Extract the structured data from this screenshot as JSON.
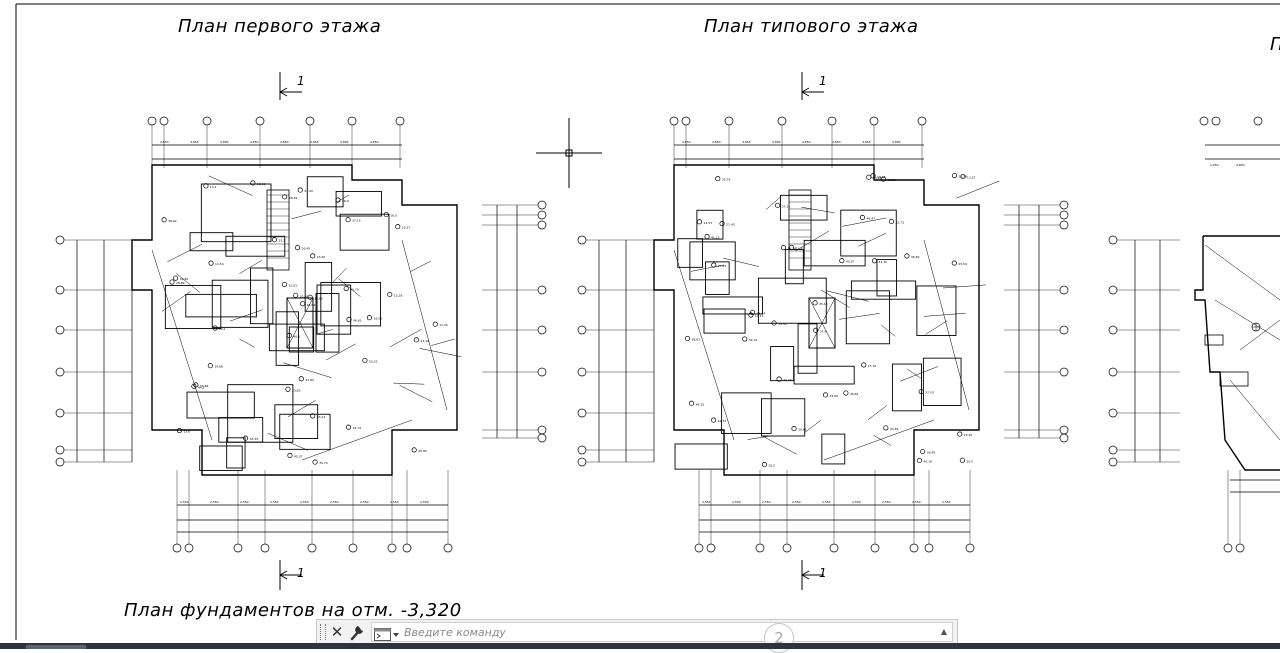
{
  "drawing": {
    "plan1_title": "План первого этажа",
    "plan2_title": "План типового этажа",
    "plan3_title_fragment": "П",
    "foundation_title": "План фундаментов на отм. -3,320",
    "section_mark": "1"
  },
  "command_line": {
    "placeholder": "Введите команду",
    "close_icon": "close-icon",
    "customize_icon": "wrench-icon",
    "recent_commands_icon": "command-prompt-icon",
    "history_icon": "chevron-up-icon"
  },
  "badge": {
    "label": "2"
  },
  "colors": {
    "background": "#ffffff",
    "lines": "#000000",
    "statusbar": "#2b3440"
  }
}
